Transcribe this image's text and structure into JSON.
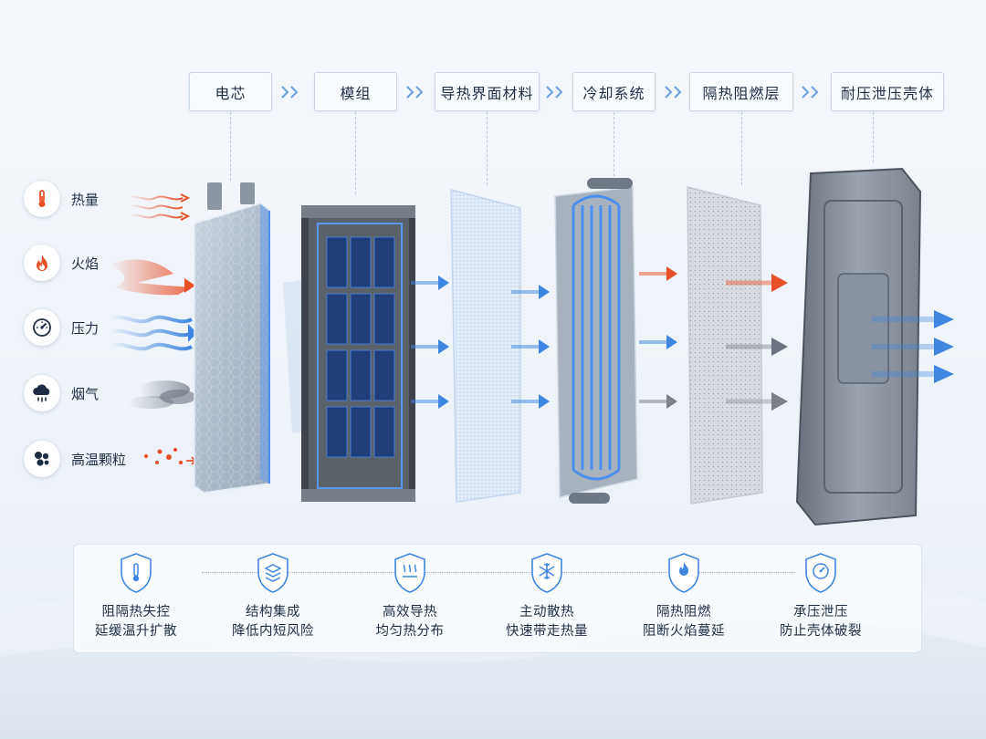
{
  "stages": [
    {
      "label": "电芯",
      "icon": "battery-cell-icon"
    },
    {
      "label": "模组",
      "icon": "battery-module-icon"
    },
    {
      "label": "导热界面材料",
      "icon": "thermal-pad-icon"
    },
    {
      "label": "冷却系统",
      "icon": "cooling-plate-icon"
    },
    {
      "label": "隔热阻燃层",
      "icon": "insulation-layer-icon"
    },
    {
      "label": "耐压泄压壳体",
      "icon": "pressure-housing-icon"
    }
  ],
  "hazards": [
    {
      "label": "热量",
      "icon": "thermometer-icon",
      "color": "#e8502a"
    },
    {
      "label": "火焰",
      "icon": "flame-icon",
      "color": "#e8502a"
    },
    {
      "label": "压力",
      "icon": "pressure-gauge-icon",
      "color": "#1f2d44"
    },
    {
      "label": "烟气",
      "icon": "smoke-cloud-icon",
      "color": "#1f2d44"
    },
    {
      "label": "高温颗粒",
      "icon": "particles-icon",
      "color": "#1f2d44"
    }
  ],
  "features": [
    {
      "line1": "阻隔热失控",
      "line2": "延缓温升扩散",
      "icon": "shield-thermometer-icon"
    },
    {
      "line1": "结构集成",
      "line2": "降低内短风险",
      "icon": "shield-layers-icon"
    },
    {
      "line1": "高效导热",
      "line2": "均匀热分布",
      "icon": "shield-heat-waves-icon"
    },
    {
      "line1": "主动散热",
      "line2": "快速带走热量",
      "icon": "shield-snowflake-icon"
    },
    {
      "line1": "隔热阻燃",
      "line2": "阻断火焰蔓延",
      "icon": "shield-flame-icon"
    },
    {
      "line1": "承压泄压",
      "line2": "防止壳体破裂",
      "icon": "shield-gauge-icon"
    }
  ],
  "colors": {
    "accent": "#3f86e0",
    "heat": "#e8502a",
    "smoke": "#7a7f88",
    "text": "#1f2d44"
  }
}
